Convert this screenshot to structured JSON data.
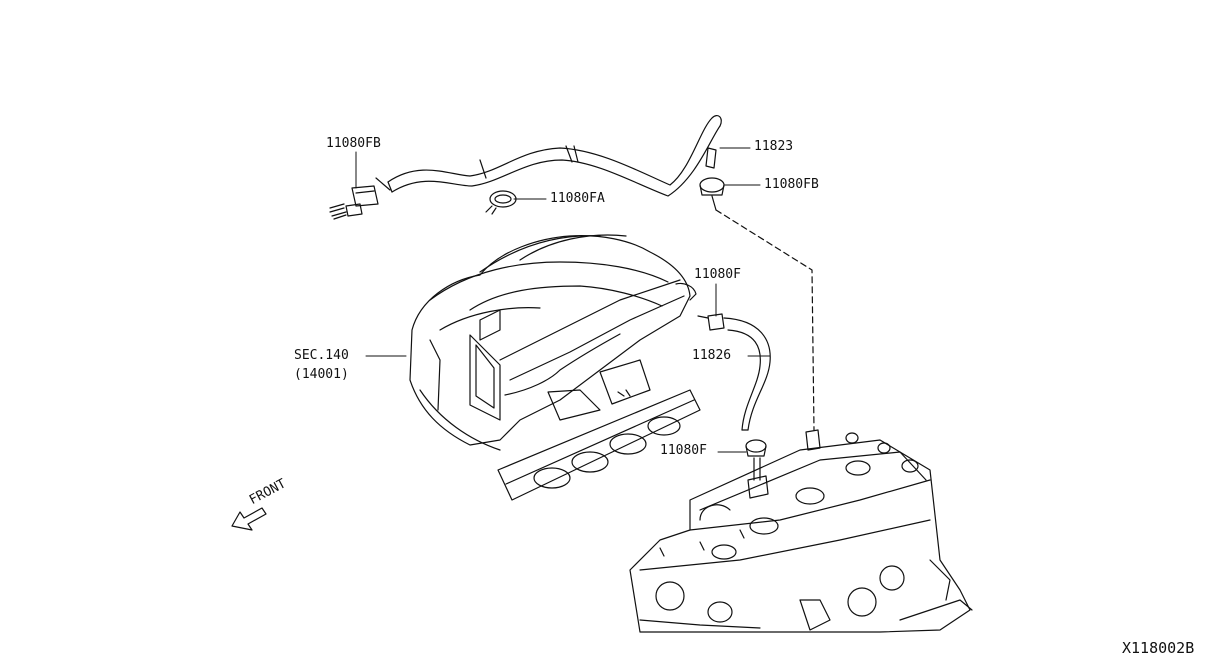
{
  "diagram": {
    "reference_code": "X118002B",
    "direction_label": "FRONT",
    "callouts": {
      "clamp_fb_left": "11080FB",
      "clamp_fa": "11080FA",
      "hose_upper": "11823",
      "clamp_fb_right": "11080FB",
      "clamp_f_upper": "11080F",
      "hose_lower": "11826",
      "clamp_f_lower": "11080F",
      "section_ref": "SEC.140",
      "section_part": "(14001)"
    }
  },
  "colors": {
    "line": "#111111",
    "background": "#ffffff"
  }
}
